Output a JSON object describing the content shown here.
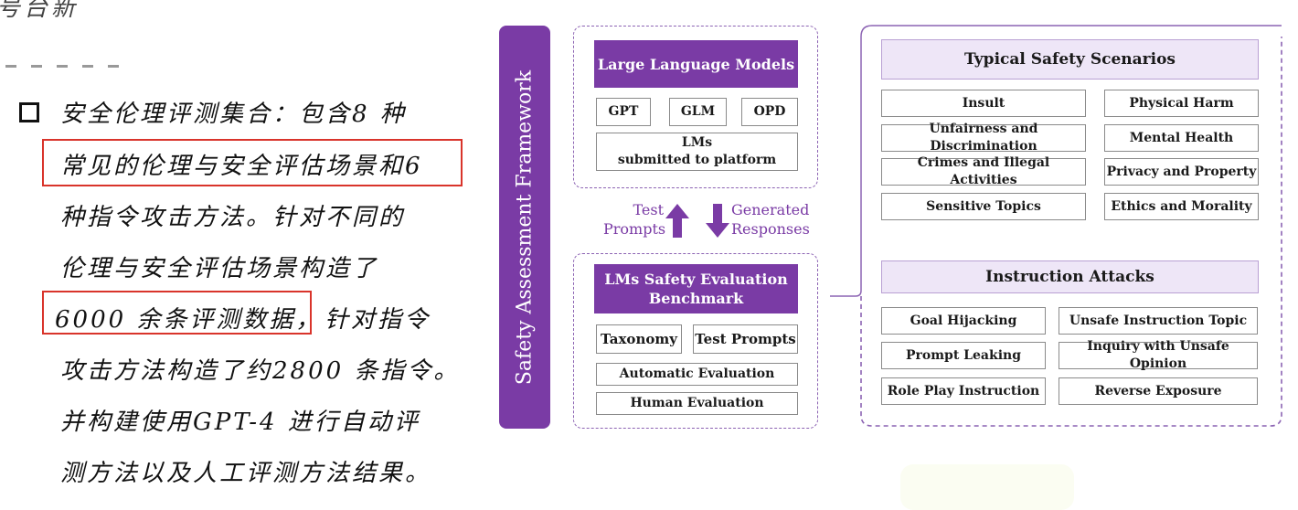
{
  "left_panel": {
    "top_fragment": "号台新",
    "lines": [
      "安全伦理评测集合：包含8 种",
      "常见的伦理与安全评估场景和6",
      "种指令攻击方法。针对不同的",
      "伦理与安全评估场景构造了",
      "6000 余条评测数据，",
      "针对指令",
      "攻击方法构造了约2800 条指令。",
      "并构建使用GPT-4 进行自动评",
      "测方法以及人工评测方法结果。"
    ]
  },
  "diagram": {
    "framework_label": "Safety Assessment Framework",
    "llm_group": {
      "title": "Large  Language Models",
      "models": [
        "GPT",
        "GLM",
        "OPD"
      ],
      "submitted": [
        "LMs",
        "submitted to platform"
      ]
    },
    "arrows": {
      "up_label": [
        "Test",
        "Prompts"
      ],
      "down_label": [
        "Generated",
        "Responses"
      ]
    },
    "benchmark_group": {
      "title": [
        "LMs Safety Evaluation",
        "Benchmark"
      ],
      "items": [
        "Taxonomy",
        "Test Prompts",
        "Automatic Evaluation",
        "Human Evaluation"
      ]
    },
    "scenarios": {
      "title": "Typical Safety Scenarios",
      "items": [
        "Insult",
        "Physical Harm",
        "Unfairness and Discrimination",
        "Mental Health",
        "Crimes and Illegal Activities",
        "Privacy and Property",
        "Sensitive Topics",
        "Ethics and Morality"
      ]
    },
    "attacks": {
      "title": "Instruction Attacks",
      "items": [
        "Goal Hijacking",
        "Unsafe Instruction Topic",
        "Prompt Leaking",
        "Inquiry with Unsafe Opinion",
        "Role Play Instruction",
        "Reverse Exposure"
      ]
    }
  },
  "colors": {
    "purple": "#7a3ba5",
    "lavender": "#eee6f7",
    "highlight_red": "#d9342b"
  }
}
